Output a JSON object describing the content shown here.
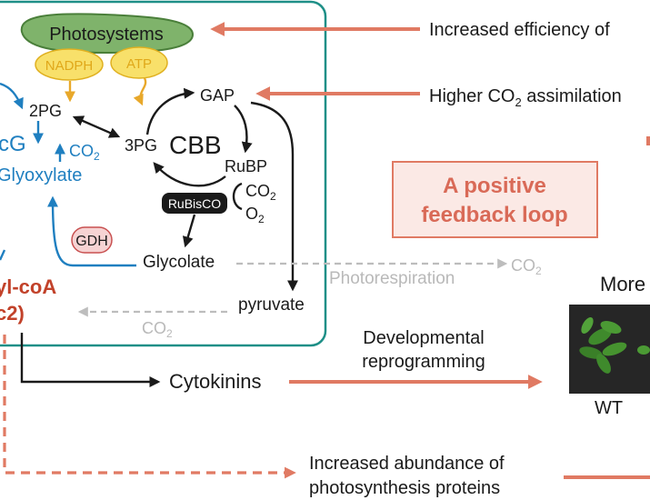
{
  "photosystems": {
    "title": "Photosystems",
    "nadph": "NADPH",
    "atp": "ATP"
  },
  "cycle": {
    "cbb": "CBB",
    "gap": "GAP",
    "rubp": "RuBP",
    "rubisco": "RuBisCO",
    "pg3": "3PG",
    "pg2": "2PG",
    "co2": "CO",
    "o2": "O",
    "sub2": "2",
    "glycolate": "Glycolate",
    "pyruvate": "pyruvate"
  },
  "left": {
    "cg": "cG",
    "glyoxylate": "Glyoxylate",
    "co2": "CO",
    "sub2": "2",
    "gdh": "GDH",
    "acylcoa": "yl-coA",
    "c2": "c2)"
  },
  "photorespiration": {
    "label": "Photorespiration",
    "co2": "CO",
    "sub2": "2"
  },
  "bottom": {
    "co2": "CO",
    "sub2": "2",
    "cytokinins": "Cytokinins",
    "dev_line1": "Developmental",
    "dev_line2": "reprogramming",
    "abund_line1": "Increased abundance of",
    "abund_line2": "photosynthesis proteins"
  },
  "right": {
    "efficiency": "Increased efficiency of",
    "assim_pre": "Higher CO",
    "assim_sub": "2",
    "assim_post": " assimilation",
    "loop_line1": "A positive",
    "loop_line2": "feedback loop",
    "more": "More",
    "wt": "WT"
  }
}
